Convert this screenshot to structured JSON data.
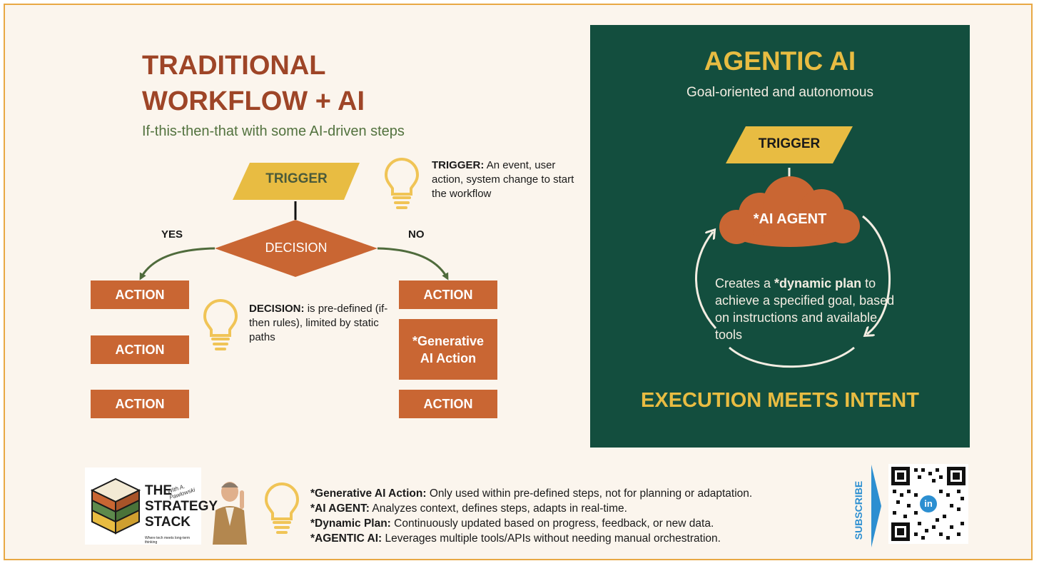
{
  "left": {
    "title_line1": "TRADITIONAL",
    "title_line2": "WORKFLOW + AI",
    "subtitle": "If-this-then-that with some AI-driven steps",
    "trigger_label": "TRIGGER",
    "decision_label": "DECISION",
    "yes_label": "YES",
    "no_label": "NO",
    "yes_actions": [
      "ACTION",
      "ACTION",
      "ACTION"
    ],
    "no_actions": [
      "ACTION",
      "*Generative AI Action",
      "ACTION"
    ],
    "trigger_note_term": "TRIGGER:",
    "trigger_note_text": "An event, user action, system change to start the workflow",
    "decision_note_term": "DECISION:",
    "decision_note_text": "is pre-defined (if-then rules), limited by static paths"
  },
  "right": {
    "title": "AGENTIC AI",
    "subtitle": "Goal-oriented and autonomous",
    "trigger_label": "TRIGGER",
    "agent_label": "*AI AGENT",
    "plan_prefix": "Creates a ",
    "plan_bold": "*dynamic plan",
    "plan_rest": "to achieve a specified goal, based on instructions and available tools",
    "tagline": "EXECUTION MEETS INTENT"
  },
  "brand": {
    "line1": "THE",
    "line2": "STRATEGY",
    "line3": "STACK",
    "signature": "With A. Pawlowski",
    "tagline": "Where tech meets long-term thinking"
  },
  "footnotes": [
    {
      "term": "*Generative AI Action:",
      "text": "Only used within pre-defined steps, not for planning or adaptation."
    },
    {
      "term": "*AI AGENT:",
      "text": "Analyzes context, defines steps, adapts in real-time."
    },
    {
      "term": "*Dynamic Plan:",
      "text": "Continuously updated based on progress, feedback, or new data."
    },
    {
      "term": "*AGENTIC AI:",
      "text": "Leverages multiple tools/APIs without needing manual orchestration."
    }
  ],
  "subscribe": {
    "label": "SUBSCRIBE",
    "badge": "in"
  },
  "colors": {
    "accent_orange": "#c96633",
    "title_rust": "#9e4527",
    "trigger_yellow": "#e8bc42",
    "panel_green": "#134e3e",
    "bulb_yellow": "#f0c456",
    "subscribe_blue": "#2c8fd1"
  },
  "icons": [
    "lightbulb-icon",
    "cloud-icon",
    "qr-code-icon",
    "linkedin-icon",
    "subscribe-arrow-icon"
  ]
}
